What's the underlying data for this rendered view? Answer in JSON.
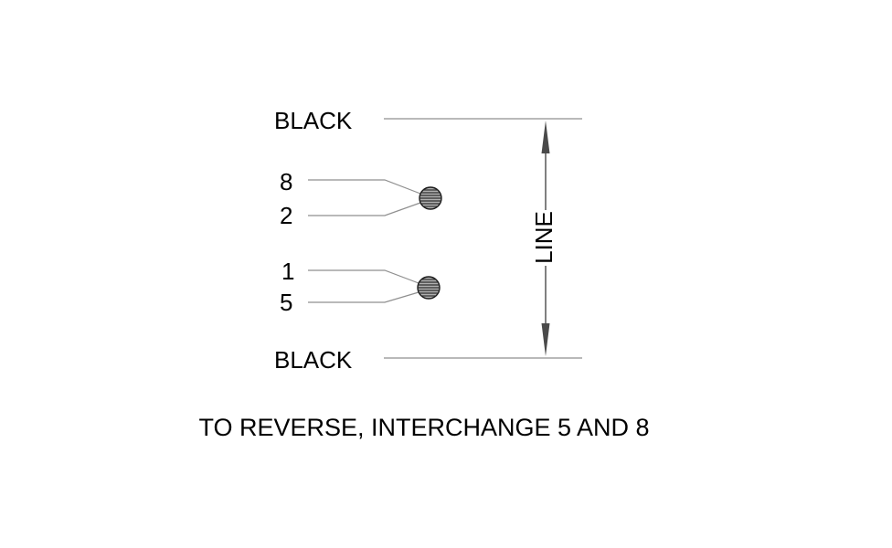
{
  "diagram": {
    "top_wire_label": "BLACK",
    "bottom_wire_label": "BLACK",
    "terminals": {
      "top_pair": [
        "8",
        "2"
      ],
      "bottom_pair": [
        "1",
        "5"
      ]
    },
    "dimension_label": "LINE",
    "caption": "TO REVERSE, INTERCHANGE 5 AND 8"
  },
  "colors": {
    "leader_line": "#8f8f8f",
    "dimension_line": "#3c3c3c",
    "connector_fill": "#b0b0b0",
    "connector_hatch": "#2e2e2e",
    "connector_outline": "#1a1a1a",
    "text": "#000000",
    "background": "#ffffff"
  }
}
